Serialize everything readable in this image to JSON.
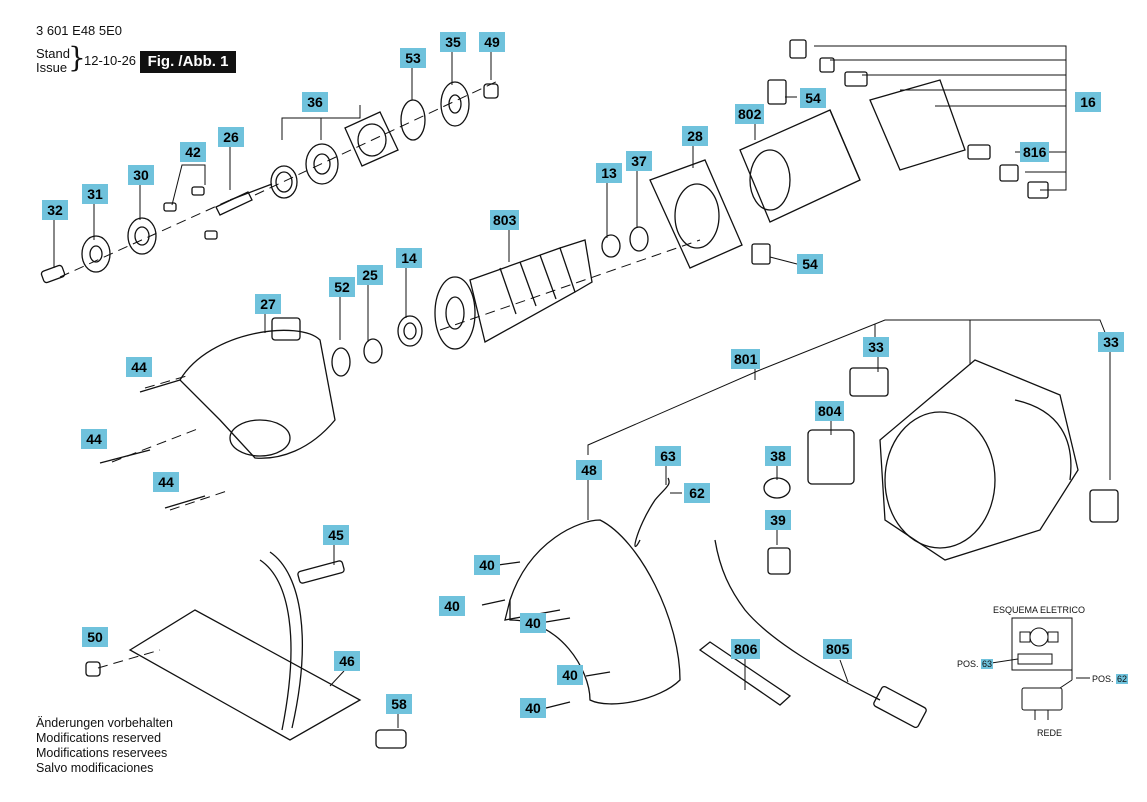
{
  "header": {
    "doc_number": "3 601 E48 5E0",
    "stand": "Stand",
    "issue": "Issue",
    "date": "12-10-26",
    "figure": "Fig. /Abb. 1"
  },
  "callouts": {
    "c53": "53",
    "c35": "35",
    "c49": "49",
    "c36": "36",
    "c26": "26",
    "c42": "42",
    "c30": "30",
    "c31": "31",
    "c32": "32",
    "c28": "28",
    "c802": "802",
    "c54a": "54",
    "c16": "16",
    "c816": "816",
    "c13": "13",
    "c37": "37",
    "c803": "803",
    "c54b": "54",
    "c27": "27",
    "c52": "52",
    "c25": "25",
    "c14": "14",
    "c44a": "44",
    "c44b": "44",
    "c44c": "44",
    "c801": "801",
    "c33a": "33",
    "c33b": "33",
    "c804": "804",
    "c38": "38",
    "c39": "39",
    "c48": "48",
    "c63": "63",
    "c62": "62",
    "c45": "45",
    "c50": "50",
    "c46": "46",
    "c58": "58",
    "c40a": "40",
    "c40b": "40",
    "c40c": "40",
    "c40d": "40",
    "c40e": "40",
    "c806": "806",
    "c805": "805"
  },
  "schematic": {
    "title": "ESQUEMA ELETRICO",
    "pos_left_prefix": "POS.",
    "pos_left_num": "63",
    "pos_right_prefix": "POS.",
    "pos_right_num": "62",
    "rede": "REDE"
  },
  "notes": [
    "Änderungen vorbehalten",
    "Modifications reserved",
    "Modifications reservees",
    "Salvo modificaciones"
  ],
  "accent_color": "#6fc2dc"
}
